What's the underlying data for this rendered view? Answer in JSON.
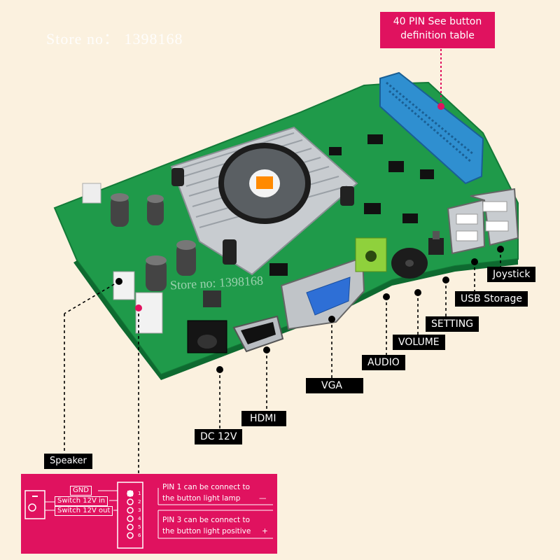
{
  "watermark": {
    "store": "Store no： 1398168",
    "inline": "Store no: 1398168"
  },
  "top_callout": {
    "line1": "40 PIN  See button",
    "line2": "definition table"
  },
  "labels": {
    "joystick": "Joystick",
    "usb": "USB Storage",
    "setting": "SETTING",
    "volume": "VOLUME",
    "audio": "AUDIO",
    "vga": "VGA",
    "hdmi": "HDMI",
    "dc": "DC 12V",
    "speaker": "Speaker"
  },
  "wiring_panel": {
    "gnd": "GND",
    "switch_in": "Switch 12V in",
    "switch_out": "Switch 12V out",
    "pins": [
      "1",
      "2",
      "3",
      "4",
      "5",
      "6"
    ],
    "note1_line1": "PIN 1 can be connect to",
    "note1_line2": "the button light lamp",
    "note1_sign": "—",
    "note2_line1": "PIN 3 can be connect to",
    "note2_line2": "the button light positive",
    "note2_sign": "+"
  },
  "colors": {
    "accent": "#e0125f",
    "board": "#1f9a4a",
    "background": "#fbf1df"
  }
}
